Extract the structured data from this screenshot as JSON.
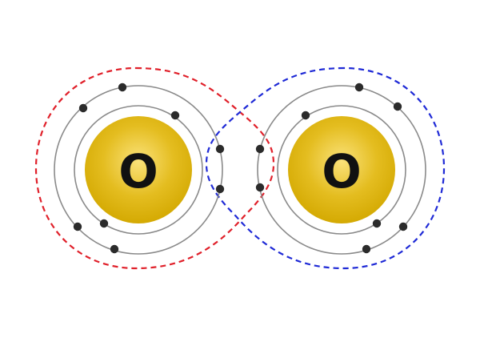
{
  "atoms": [
    {
      "symbol": "O",
      "shells": 2,
      "electrons_inner": 2,
      "electrons_outer": 6
    },
    {
      "symbol": "O",
      "shells": 2,
      "electrons_inner": 2,
      "electrons_outer": 6
    }
  ],
  "shared_electrons": 4,
  "colors": {
    "nucleus_center": "#fbe27a",
    "nucleus_edge": "#d3a800",
    "shell": "#8a8a8a",
    "electron": "#2b2b2b",
    "boundary_left": "#e0202a",
    "boundary_right": "#1f2ad6",
    "label": "#111111"
  }
}
